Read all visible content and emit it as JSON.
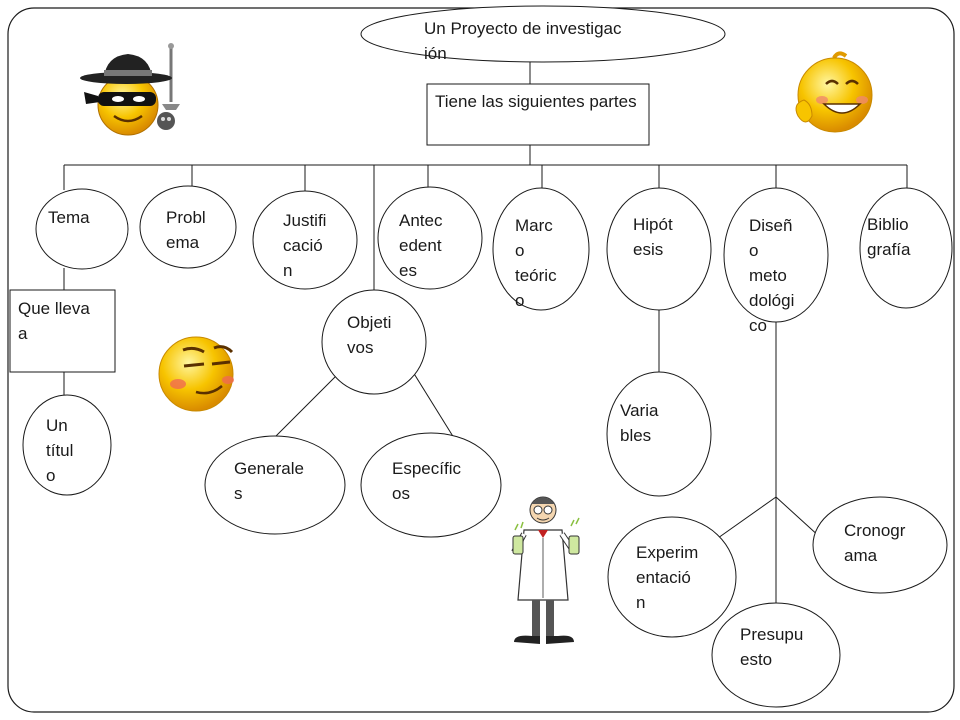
{
  "nodes": {
    "root": "Un Proyecto de investigación",
    "partes": "Tiene las siguientes partes",
    "tema": "Tema",
    "problema": "Probl\nema",
    "justificacion": "Justifi\ncació\nn",
    "antecedentes": "Antec\nedent\nes",
    "marco_teorico": "Marc\no\nteóric\no",
    "hipotesis": "Hipót\nesis",
    "diseno_metodologico": "Diseñ\no\nmeto\ndológi\nco",
    "bibliografia": "Biblio\ngrafía",
    "que_lleva": "Que lleva\na",
    "un_titulo": "Un\ntítul\no",
    "objetivos": "Objeti\nvos",
    "generales": "Generale\ns",
    "especificos": "Específic\nos",
    "variables": "Varia\nbles",
    "experimentacion": "Experim\nentació\nn",
    "presupuesto": "Presupu\nesto",
    "cronograma": "Cronogr\nama"
  },
  "colors": {
    "stroke": "#1a1a1a",
    "fill": "#ffffff",
    "smiley": "#f5b800"
  },
  "icons": [
    "bandit-smiley-icon",
    "grinning-smiley-icon",
    "smirking-smiley-icon",
    "scientist-icon"
  ]
}
